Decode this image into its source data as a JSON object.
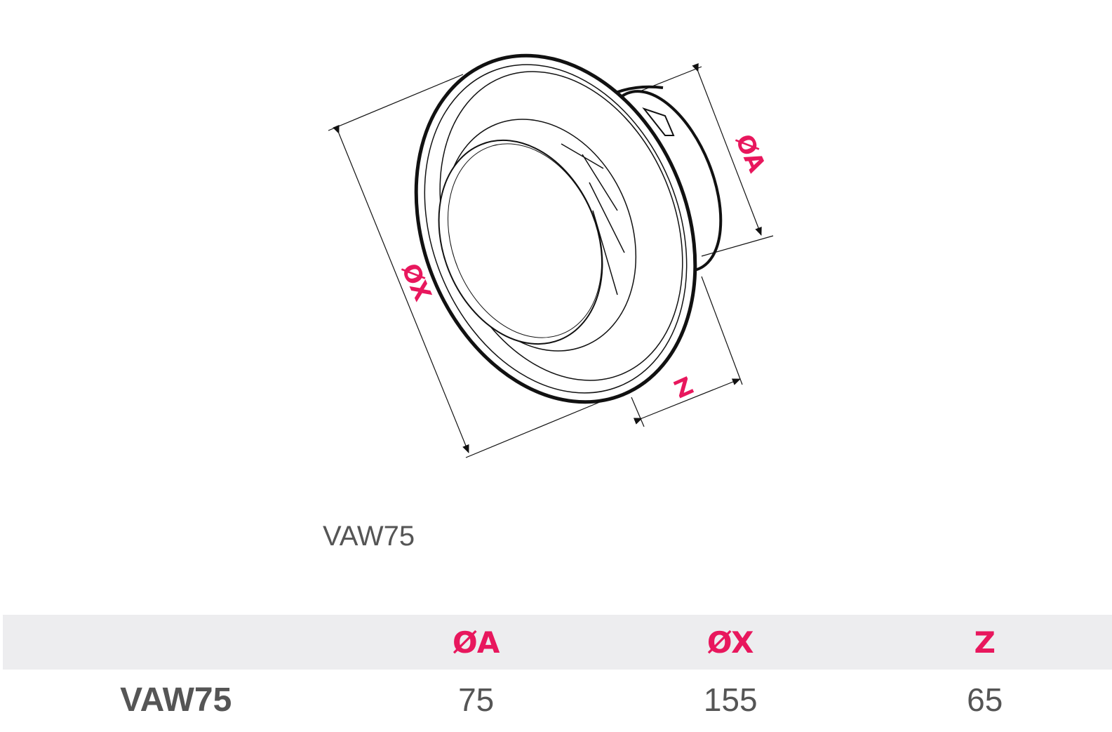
{
  "drawing": {
    "labels": {
      "a": "ØA",
      "x": "ØX",
      "z": "Z"
    },
    "accent_color": "#e8175d"
  },
  "caption": "VAW75",
  "table": {
    "headers": [
      "",
      "ØA",
      "ØX",
      "Z"
    ],
    "rows": [
      {
        "model": "VAW75",
        "a": "75",
        "x": "155",
        "z": "65"
      }
    ]
  }
}
